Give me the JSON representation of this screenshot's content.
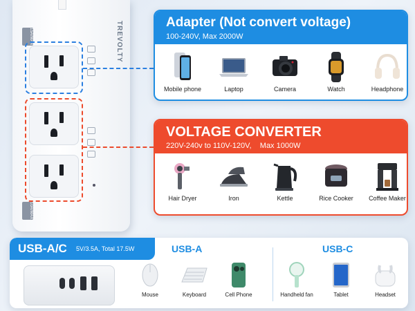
{
  "brand": "TREVOLTY",
  "strip": {
    "top_rating": "15A/MAX",
    "bottom_rating": "10A/MAX"
  },
  "adapter": {
    "title": "Adapter (Not convert voltage)",
    "subtitle": "100-240V, Max 2000W",
    "accent_color": "#1e8de2",
    "devices": [
      {
        "label": "Mobile phone",
        "icon": "smartphone-icon"
      },
      {
        "label": "Laptop",
        "icon": "laptop-icon"
      },
      {
        "label": "Camera",
        "icon": "camera-icon"
      },
      {
        "label": "Watch",
        "icon": "smartwatch-icon"
      },
      {
        "label": "Headphone",
        "icon": "headphone-icon"
      }
    ]
  },
  "converter": {
    "title": "VOLTAGE CONVERTER",
    "subtitle": "220V-240v to 110V-120V,    Max 1000W",
    "accent_color": "#ee4b2d",
    "devices": [
      {
        "label": "Hair Dryer",
        "icon": "hair-dryer-icon"
      },
      {
        "label": "Iron",
        "icon": "iron-icon"
      },
      {
        "label": "Kettle",
        "icon": "kettle-icon"
      },
      {
        "label": "Rice Cooker",
        "icon": "rice-cooker-icon"
      },
      {
        "label": "Coffee Maker",
        "icon": "coffee-maker-icon"
      }
    ]
  },
  "usb": {
    "title": "USB-A/C",
    "subtitle": "5V/3.5A, Total 17.5W",
    "usb_a_heading": "USB-A",
    "usb_c_heading": "USB-C",
    "usb_a_devices": [
      {
        "label": "Mouse",
        "icon": "mouse-icon"
      },
      {
        "label": "Keyboard",
        "icon": "keyboard-icon"
      },
      {
        "label": "Cell Phone",
        "icon": "cell-phone-icon"
      }
    ],
    "usb_c_devices": [
      {
        "label": "Handheld fan",
        "icon": "handheld-fan-icon"
      },
      {
        "label": "Tablet",
        "icon": "tablet-icon"
      },
      {
        "label": "Headset",
        "icon": "earbuds-icon"
      }
    ]
  }
}
